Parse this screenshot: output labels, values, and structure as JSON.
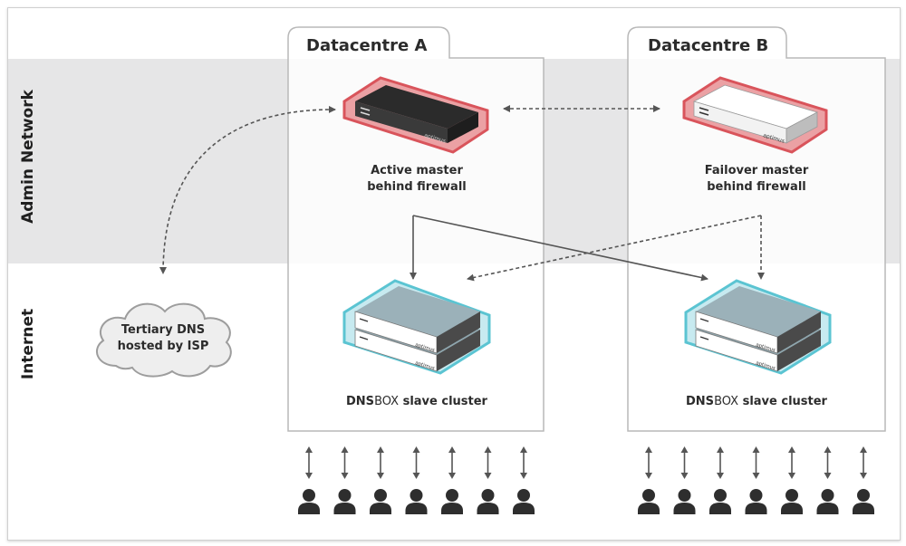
{
  "zones": {
    "admin_network": "Admin Network",
    "internet": "Internet"
  },
  "datacentre_a": {
    "title": "Datacentre A",
    "master_caption_line1": "Active master",
    "master_caption_line2": "behind firewall",
    "cluster_brand_bold": "DNS",
    "cluster_brand_light": "BOX",
    "cluster_caption_rest": " slave cluster"
  },
  "datacentre_b": {
    "title": "Datacentre B",
    "master_caption_line1": "Failover master",
    "master_caption_line2": "behind firewall",
    "cluster_brand_bold": "DNS",
    "cluster_brand_light": "BOX",
    "cluster_caption_rest": " slave cluster"
  },
  "tertiary": {
    "line1": "Tertiary DNS",
    "line2": "hosted by ISP"
  },
  "appliance_brand": "aptimus",
  "users_per_datacentre": 7,
  "colors": {
    "admin_band": "#e6e6e7",
    "firewall_red": "#d9545b",
    "firewall_fill": "#eba1a4",
    "cluster_cyan": "#5bc4d2",
    "cluster_fill": "#c7eaf0",
    "connector": "#555555",
    "user": "#2e2e2e"
  },
  "icons": {
    "user": "user-icon",
    "arrow": "double-arrow-icon",
    "cloud": "cloud-icon"
  }
}
